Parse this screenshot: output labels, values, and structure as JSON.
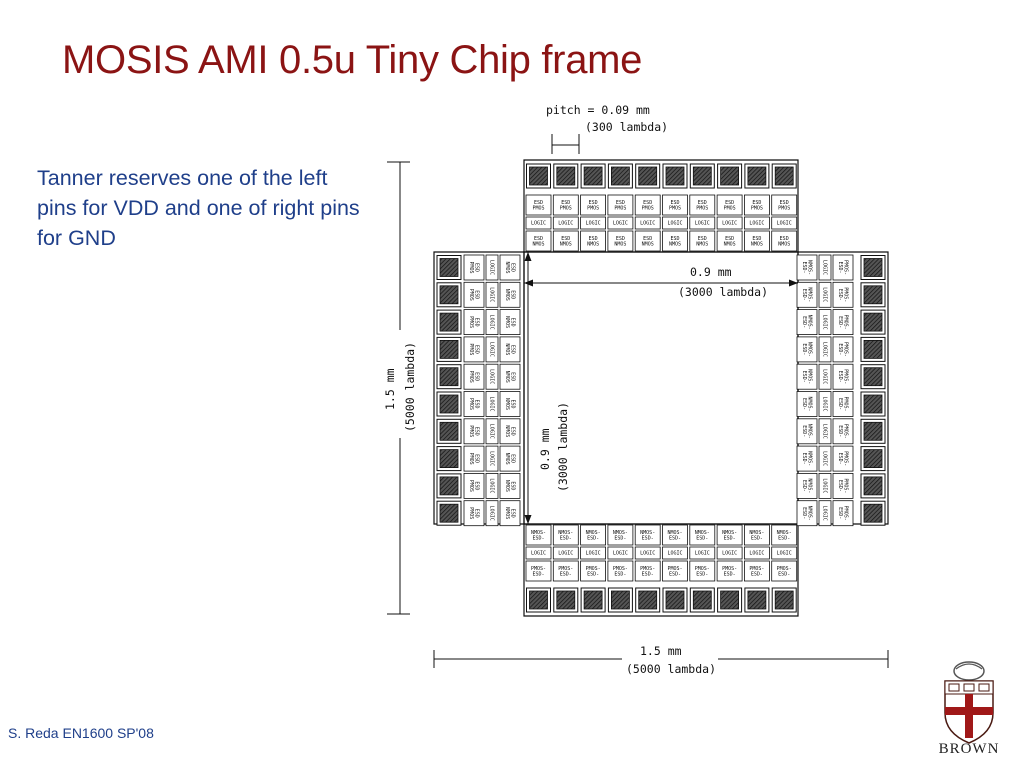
{
  "title": "MOSIS AMI 0.5u Tiny Chip frame",
  "note": "Tanner reserves one of the left pins for VDD and one of right pins for GND",
  "footer": "S. Reda EN1600 SP'08",
  "logo_text": "BROWN",
  "colors": {
    "title": "#8b1414",
    "body_text": "#1f3f8a",
    "diagram_line": "#111111",
    "pad_fill": "#3a3a3a"
  },
  "diagram": {
    "pitch_label": "pitch = 0.09 mm",
    "pitch_lambda": "(300 lambda)",
    "core_width_label": "0.9 mm",
    "core_width_lambda": "(3000 lambda)",
    "core_height_label": "0.9 mm",
    "core_height_lambda": "(3000 lambda)",
    "total_height_label": "1.5 mm",
    "total_height_lambda": "(5000 lambda)",
    "total_width_label": "1.5 mm",
    "total_width_lambda": "(5000 lambda)",
    "pads_per_side": 10,
    "cell_labels": {
      "esd_pmos": [
        "ESD",
        "PMOS"
      ],
      "logic": "LOGIC",
      "esd_nmos": [
        "ESD",
        "NMOS"
      ],
      "nmos_esd": [
        "NMOS-",
        "ESD-"
      ],
      "pmos_esd": [
        "PMOS-",
        "ESD-"
      ]
    }
  }
}
